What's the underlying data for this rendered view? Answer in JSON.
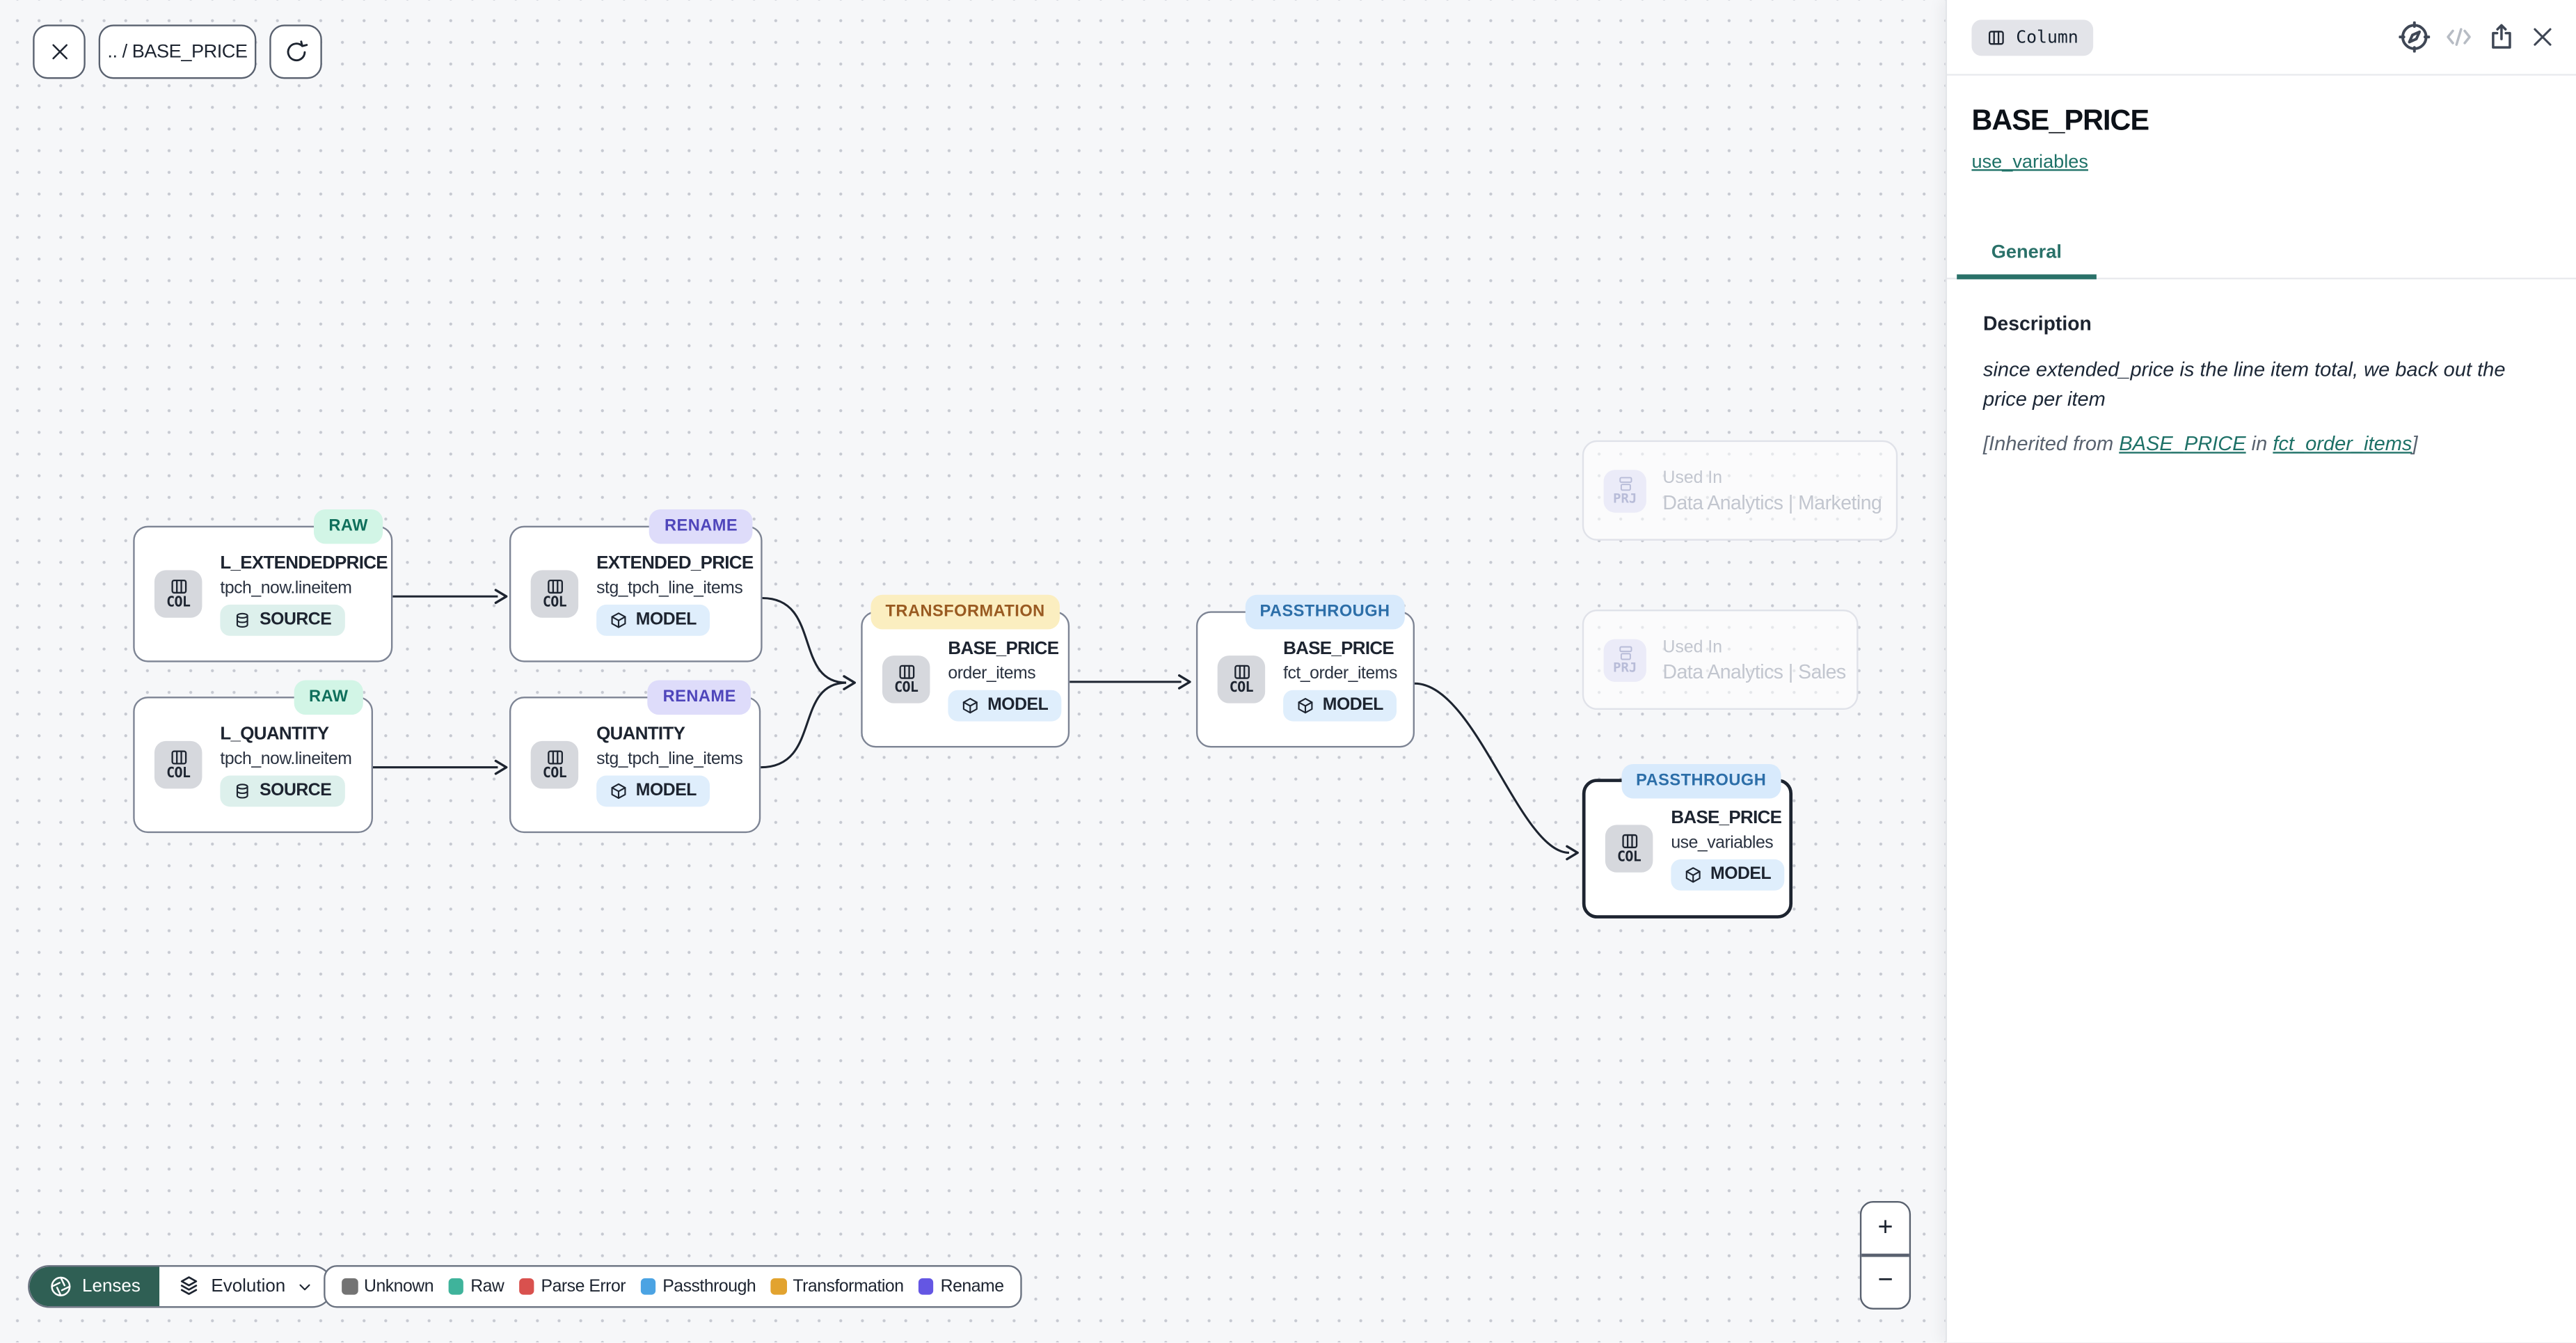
{
  "toolbar": {
    "breadcrumb": ".. / BASE_PRICE"
  },
  "canvas": {
    "nodes": [
      {
        "badge": "RAW",
        "title": "L_EXTENDEDPRICE",
        "subtitle": "tpch_now.lineitem",
        "chip": "COL",
        "kind": "SOURCE"
      },
      {
        "badge": "RENAME",
        "title": "EXTENDED_PRICE",
        "subtitle": "stg_tpch_line_items",
        "chip": "COL",
        "kind": "MODEL"
      },
      {
        "badge": "RAW",
        "title": "L_QUANTITY",
        "subtitle": "tpch_now.lineitem",
        "chip": "COL",
        "kind": "SOURCE"
      },
      {
        "badge": "RENAME",
        "title": "QUANTITY",
        "subtitle": "stg_tpch_line_items",
        "chip": "COL",
        "kind": "MODEL"
      },
      {
        "badge": "TRANSFORMATION",
        "title": "BASE_PRICE",
        "subtitle": "order_items",
        "chip": "COL",
        "kind": "MODEL"
      },
      {
        "badge": "PASSTHROUGH",
        "title": "BASE_PRICE",
        "subtitle": "fct_order_items",
        "chip": "COL",
        "kind": "MODEL"
      },
      {
        "badge": "PASSTHROUGH",
        "title": "BASE_PRICE",
        "subtitle": "use_variables",
        "chip": "COL",
        "kind": "MODEL"
      }
    ],
    "ghosts": [
      {
        "chip": "PRJ",
        "label": "Used In",
        "title": "Data Analytics | Marketing"
      },
      {
        "chip": "PRJ",
        "label": "Used In",
        "title": "Data Analytics | Sales"
      }
    ]
  },
  "lenses": {
    "button_label": "Lenses",
    "selected_lens": "Evolution"
  },
  "legend": {
    "items": [
      {
        "label": "Unknown",
        "color": "#737373"
      },
      {
        "label": "Raw",
        "color": "#3fb39b"
      },
      {
        "label": "Parse Error",
        "color": "#d9514e"
      },
      {
        "label": "Passthrough",
        "color": "#4ba3e3"
      },
      {
        "label": "Transformation",
        "color": "#e2a32f"
      },
      {
        "label": "Rename",
        "color": "#6456e3"
      }
    ]
  },
  "zoom_controls": {
    "zoom_in": "+",
    "zoom_out": "−"
  },
  "panel": {
    "type_badge": "Column",
    "title": "BASE_PRICE",
    "subtitle_link": "use_variables",
    "tabs": [
      {
        "label": "General"
      }
    ],
    "description": {
      "heading": "Description",
      "text": "since extended_price is the line item total, we back out the price per item",
      "inherited_prefix": "[Inherited from ",
      "inherited_link1": "BASE_PRICE",
      "inherited_middle": " in ",
      "inherited_link2": "fct_order_items",
      "inherited_suffix": "]"
    }
  },
  "colors": {
    "accent_teal": "#1e7167",
    "lenses_button_bg": "#2f5f54",
    "badge_raw_bg": "#d2f5e6",
    "badge_rename_bg": "#dedcfa",
    "badge_transformation_bg": "#fbeec0",
    "badge_passthrough_bg": "#d8eafc"
  }
}
